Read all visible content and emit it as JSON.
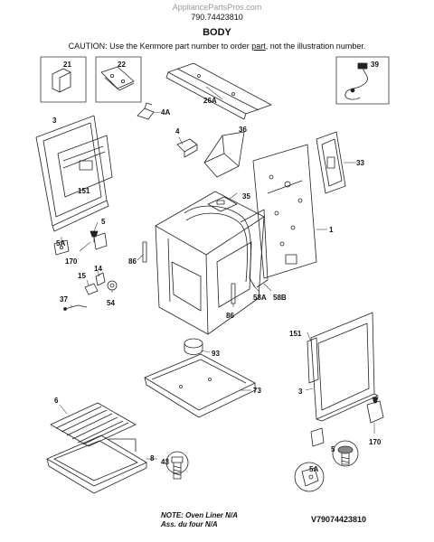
{
  "header": {
    "site": "AppliancePartsPros.com",
    "model_number": "790.74423810",
    "title": "BODY",
    "caution_prefix": "CAUTION: Use the Kenmore part number to order ",
    "caution_link": "part",
    "caution_suffix": ", not the illustration number."
  },
  "callouts": {
    "p21": "21",
    "p22": "22",
    "p26a": "26A",
    "p39": "39",
    "p3_top": "3",
    "p4a": "4A",
    "p4": "4",
    "p36": "36",
    "p33": "33",
    "p151_top": "151",
    "p35": "35",
    "p5_left": "5",
    "p1": "1",
    "p5a_left": "5A",
    "p170_left": "170",
    "p86_left": "86",
    "p14": "14",
    "p15": "15",
    "p54": "54",
    "p37": "37",
    "p58a": "58A",
    "p58b": "58B",
    "p86_bottom": "86",
    "p93": "93",
    "p151_right": "151",
    "p73": "73",
    "p3_right": "3",
    "p6": "6",
    "p170_right": "170",
    "p5_right": "5",
    "p5a_right": "5A",
    "p43": "43",
    "p8": "8"
  },
  "footer": {
    "note_line1": "NOTE: Oven Liner N/A",
    "note_line2": "Ass. du four N/A",
    "image_code": "V79074423810"
  }
}
